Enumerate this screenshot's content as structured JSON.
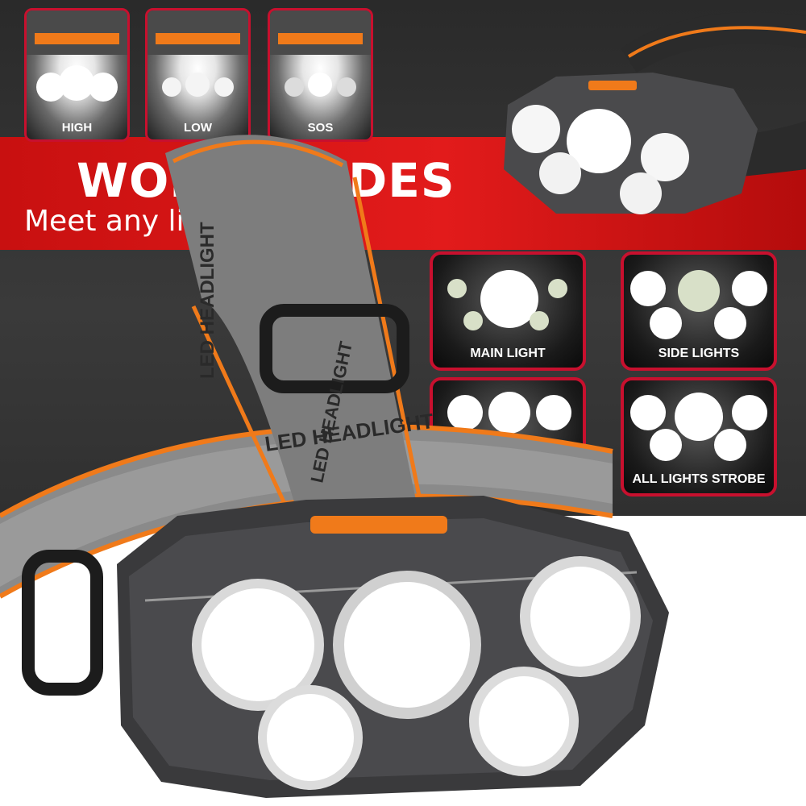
{
  "banner": {
    "headline": "WORK MODES",
    "subline": "Meet any lighting need"
  },
  "top_modes": [
    {
      "label": "HIGH"
    },
    {
      "label": "LOW"
    },
    {
      "label": "SOS"
    }
  ],
  "mode_cards": [
    {
      "label": "MAIN LIGHT"
    },
    {
      "label": "SIDE LIGHTS"
    },
    {
      "label": ""
    },
    {
      "label": "ALL LIGHTS STROBE"
    }
  ],
  "strap_text": "LED HEADLIGHT",
  "colors": {
    "red_band": "#e21b1b",
    "card_border": "#c8102e",
    "strap_orange": "#f07a1a",
    "strap_gray": "#8a8a8a",
    "housing": "#3a3a3c"
  }
}
